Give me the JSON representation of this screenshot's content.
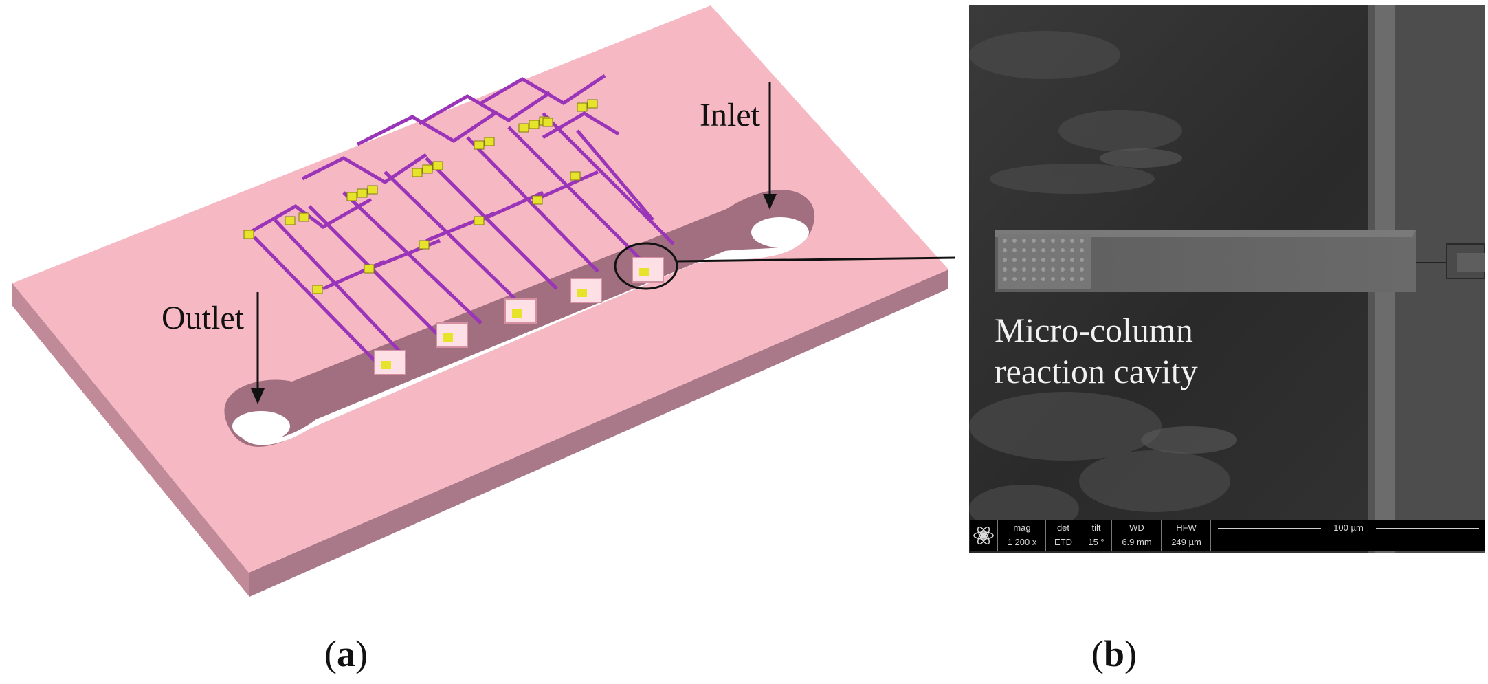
{
  "panel_a": {
    "labels": {
      "inlet": "Inlet",
      "outlet": "Outlet"
    },
    "colors": {
      "chip_top": "#f6b8c3",
      "chip_side": "#b07787",
      "chip_front": "#c08a98",
      "traces": "#9a34b8",
      "pads": "#e6e32a"
    }
  },
  "panel_b": {
    "label_line1": "Micro-column",
    "label_line2": "reaction cavity",
    "databar": {
      "headers": [
        "mag",
        "det",
        "tilt",
        "WD",
        "HFW"
      ],
      "values": [
        "1 200 x",
        "ETD",
        "15 °",
        "6.9 mm",
        "249 µm"
      ],
      "scale": "100 µm"
    }
  },
  "captions": {
    "a": "a",
    "b": "b"
  }
}
